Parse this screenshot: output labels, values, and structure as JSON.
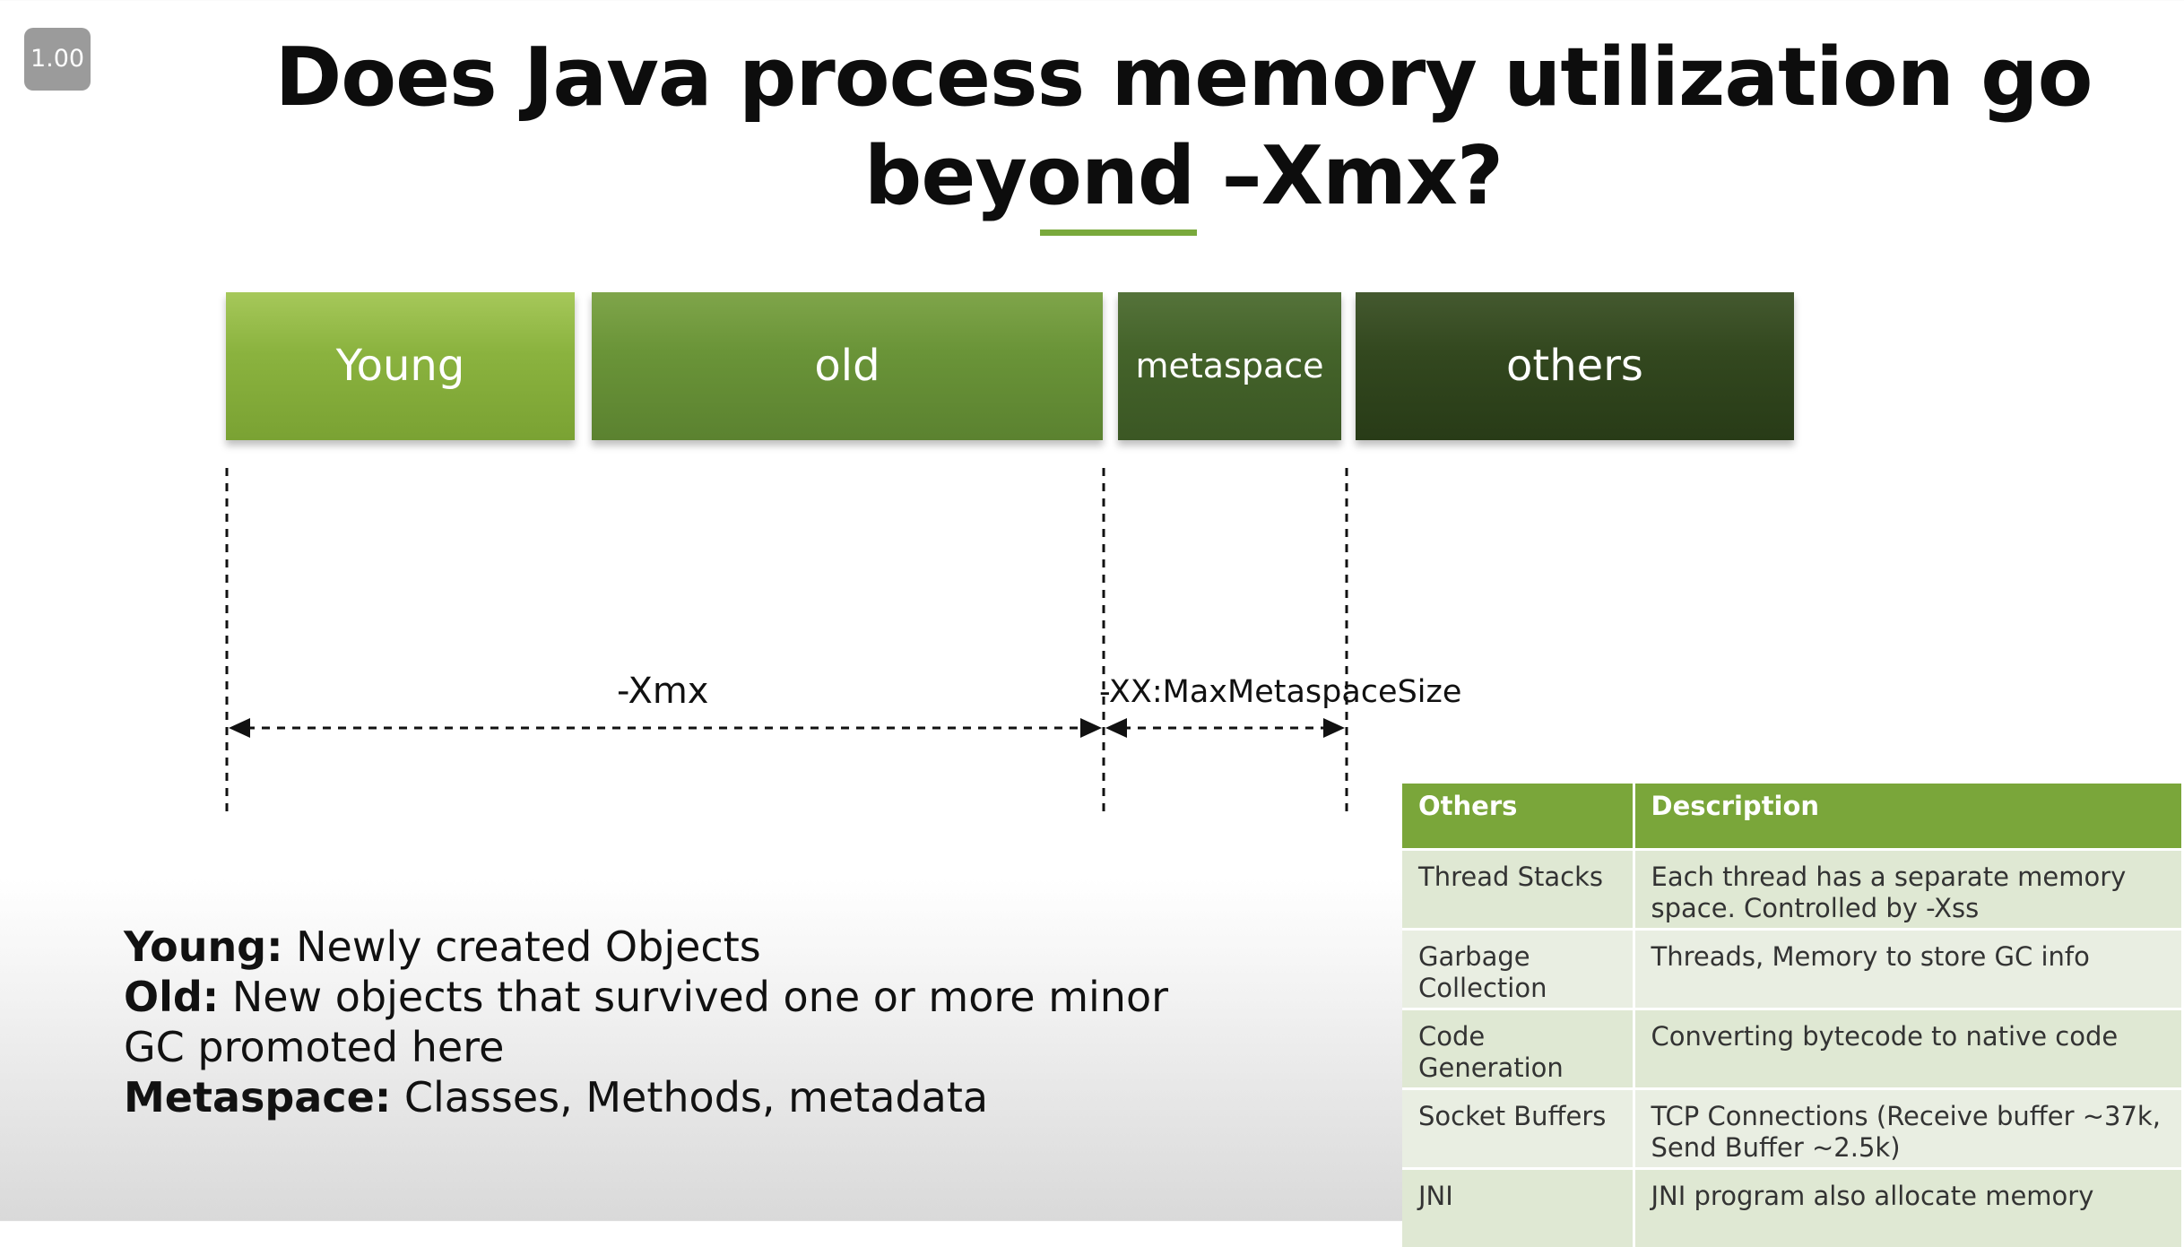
{
  "player": {
    "speed": "1.00"
  },
  "slide": {
    "title": "Does Java process memory utilization go beyond –Xmx?",
    "segments": {
      "young": "Young",
      "old": "old",
      "metaspace": "metaspace",
      "others": "others"
    },
    "dimensions": {
      "xmx": "-Xmx",
      "metaspace": "-XX:MaxMetaspaceSize"
    },
    "legend": [
      {
        "key": "Young:",
        "text": " Newly created Objects"
      },
      {
        "key": "Old:",
        "text": " New objects that survived one or more minor"
      },
      {
        "key": "",
        "text": "GC promoted here"
      },
      {
        "key": "Metaspace:",
        "text": " Classes, Methods, metadata"
      }
    ],
    "table": {
      "headers": [
        "Others",
        "Description"
      ],
      "rows": [
        [
          "Thread Stacks",
          "Each thread has a separate memory space. Controlled by -Xss"
        ],
        [
          "Garbage Collection",
          "Threads, Memory to store GC info"
        ],
        [
          "Code Generation",
          "Converting bytecode to native code"
        ],
        [
          "Socket Buffers",
          "TCP Connections (Receive buffer ~37k, Send Buffer ~2.5k)"
        ],
        [
          "JNI",
          "JNI program also allocate memory"
        ]
      ]
    }
  },
  "colors": {
    "accent": "#79a93c",
    "young": "#8bb33f",
    "old": "#6a9438",
    "metaspace": "#44632a",
    "others": "#33481f"
  }
}
